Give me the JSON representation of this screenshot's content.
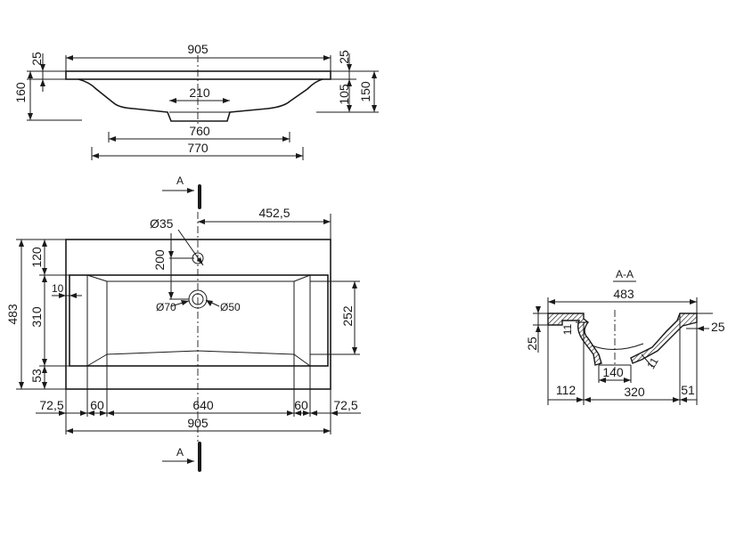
{
  "top_view": {
    "width_total": "905",
    "rim_thickness": "25",
    "height_total": "160",
    "drain_width": "210",
    "bowl_outer": "760",
    "bowl_base": "770",
    "depth_right_1": "25",
    "depth_right_2": "105",
    "depth_right_3": "150"
  },
  "plan_view": {
    "section_label": "A",
    "tap_offset": "452,5",
    "tap_hole": "Ø35",
    "tap_to_drain": "200",
    "drain_outer": "Ø70",
    "drain_inner": "Ø50",
    "left_total": "483",
    "left_top": "120",
    "left_mid": "310",
    "left_bottom": "53",
    "left_inset": "10",
    "right_inner": "252",
    "bottom_dims": [
      "72,5",
      "60",
      "640",
      "60",
      "72,5"
    ],
    "bottom_total": "905"
  },
  "section_view": {
    "title": "A-A",
    "width_total": "483",
    "rim_height": "25",
    "rim_left": "25",
    "wall_left": "11",
    "wall_bottom": "11",
    "drain_width": "140",
    "bottom_dims": [
      "112",
      "320",
      "51"
    ]
  }
}
